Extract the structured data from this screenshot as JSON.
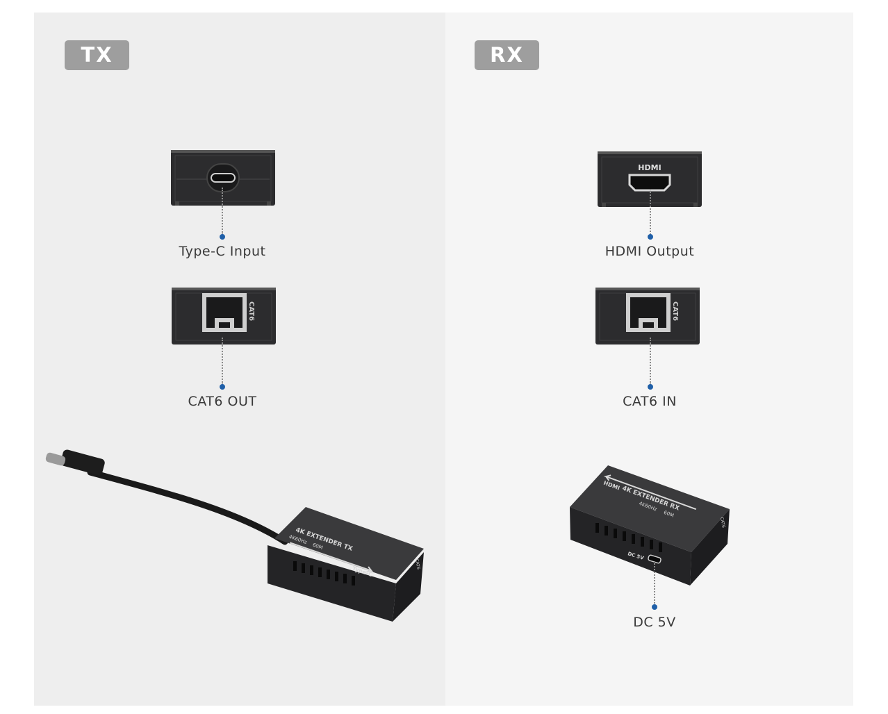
{
  "transmitter": {
    "badge": "TX",
    "port_top_label": "Type-C Input",
    "port_bottom_label": "CAT6 OUT",
    "port_bottom_marking": "CAT6",
    "unit_text": "4K EXTENDER TX",
    "unit_spec_1": "4K60Hz",
    "unit_spec_2": "60M",
    "unit_arrow_label": "Type-C",
    "unit_side_marking": "CAT6"
  },
  "receiver": {
    "badge": "RX",
    "port_top_label": "HDMI Output",
    "port_top_marking": "HDMI",
    "port_bottom_label": "CAT6 IN",
    "port_bottom_marking": "CAT6",
    "unit_power_label": "DC 5V",
    "unit_text": "4K EXTENDER RX",
    "unit_spec_1": "4K60Hz",
    "unit_spec_2": "60M",
    "unit_arrow_label": "HDMI",
    "unit_power_marking": "DC 5V",
    "unit_side_marking": "CAT6"
  },
  "colors": {
    "device_body": "#2c2c2e",
    "badge": "#9e9e9e",
    "callout_dot": "#1f5fa8",
    "panel_left": "#eeeeee",
    "panel_right": "#f5f5f5"
  }
}
